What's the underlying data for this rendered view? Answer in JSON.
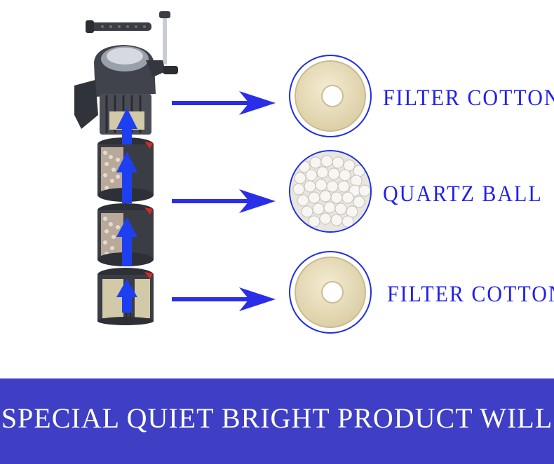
{
  "media": [
    {
      "label": "FILTER COTTON",
      "icon": "filter-cotton-icon"
    },
    {
      "label": "QUARTZ BALL",
      "icon": "quartz-ball-icon"
    },
    {
      "label": "FILTER COTTON",
      "icon": "filter-cotton-icon"
    }
  ],
  "banner": {
    "text": "SPECIAL QUIET BRIGHT PRODUCT WILL"
  },
  "colors": {
    "accent_blue": "#1f1ff0",
    "arrow_blue": "#2a2ee8",
    "banner_blue": "#3e3fc4",
    "sponge": "#f0e6c8"
  }
}
